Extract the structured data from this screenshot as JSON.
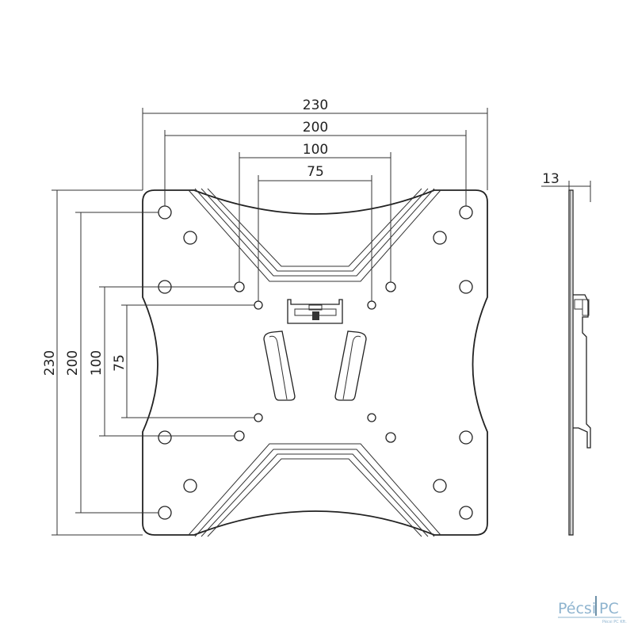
{
  "dimensions": {
    "horizontal": [
      "230",
      "200",
      "100",
      "75"
    ],
    "vertical": [
      "230",
      "200",
      "100",
      "75"
    ],
    "side_thickness": "13"
  },
  "watermark": {
    "brand_left": "Pécsi",
    "brand_right": "PC",
    "tagline": "Pécsi PC Kft."
  }
}
